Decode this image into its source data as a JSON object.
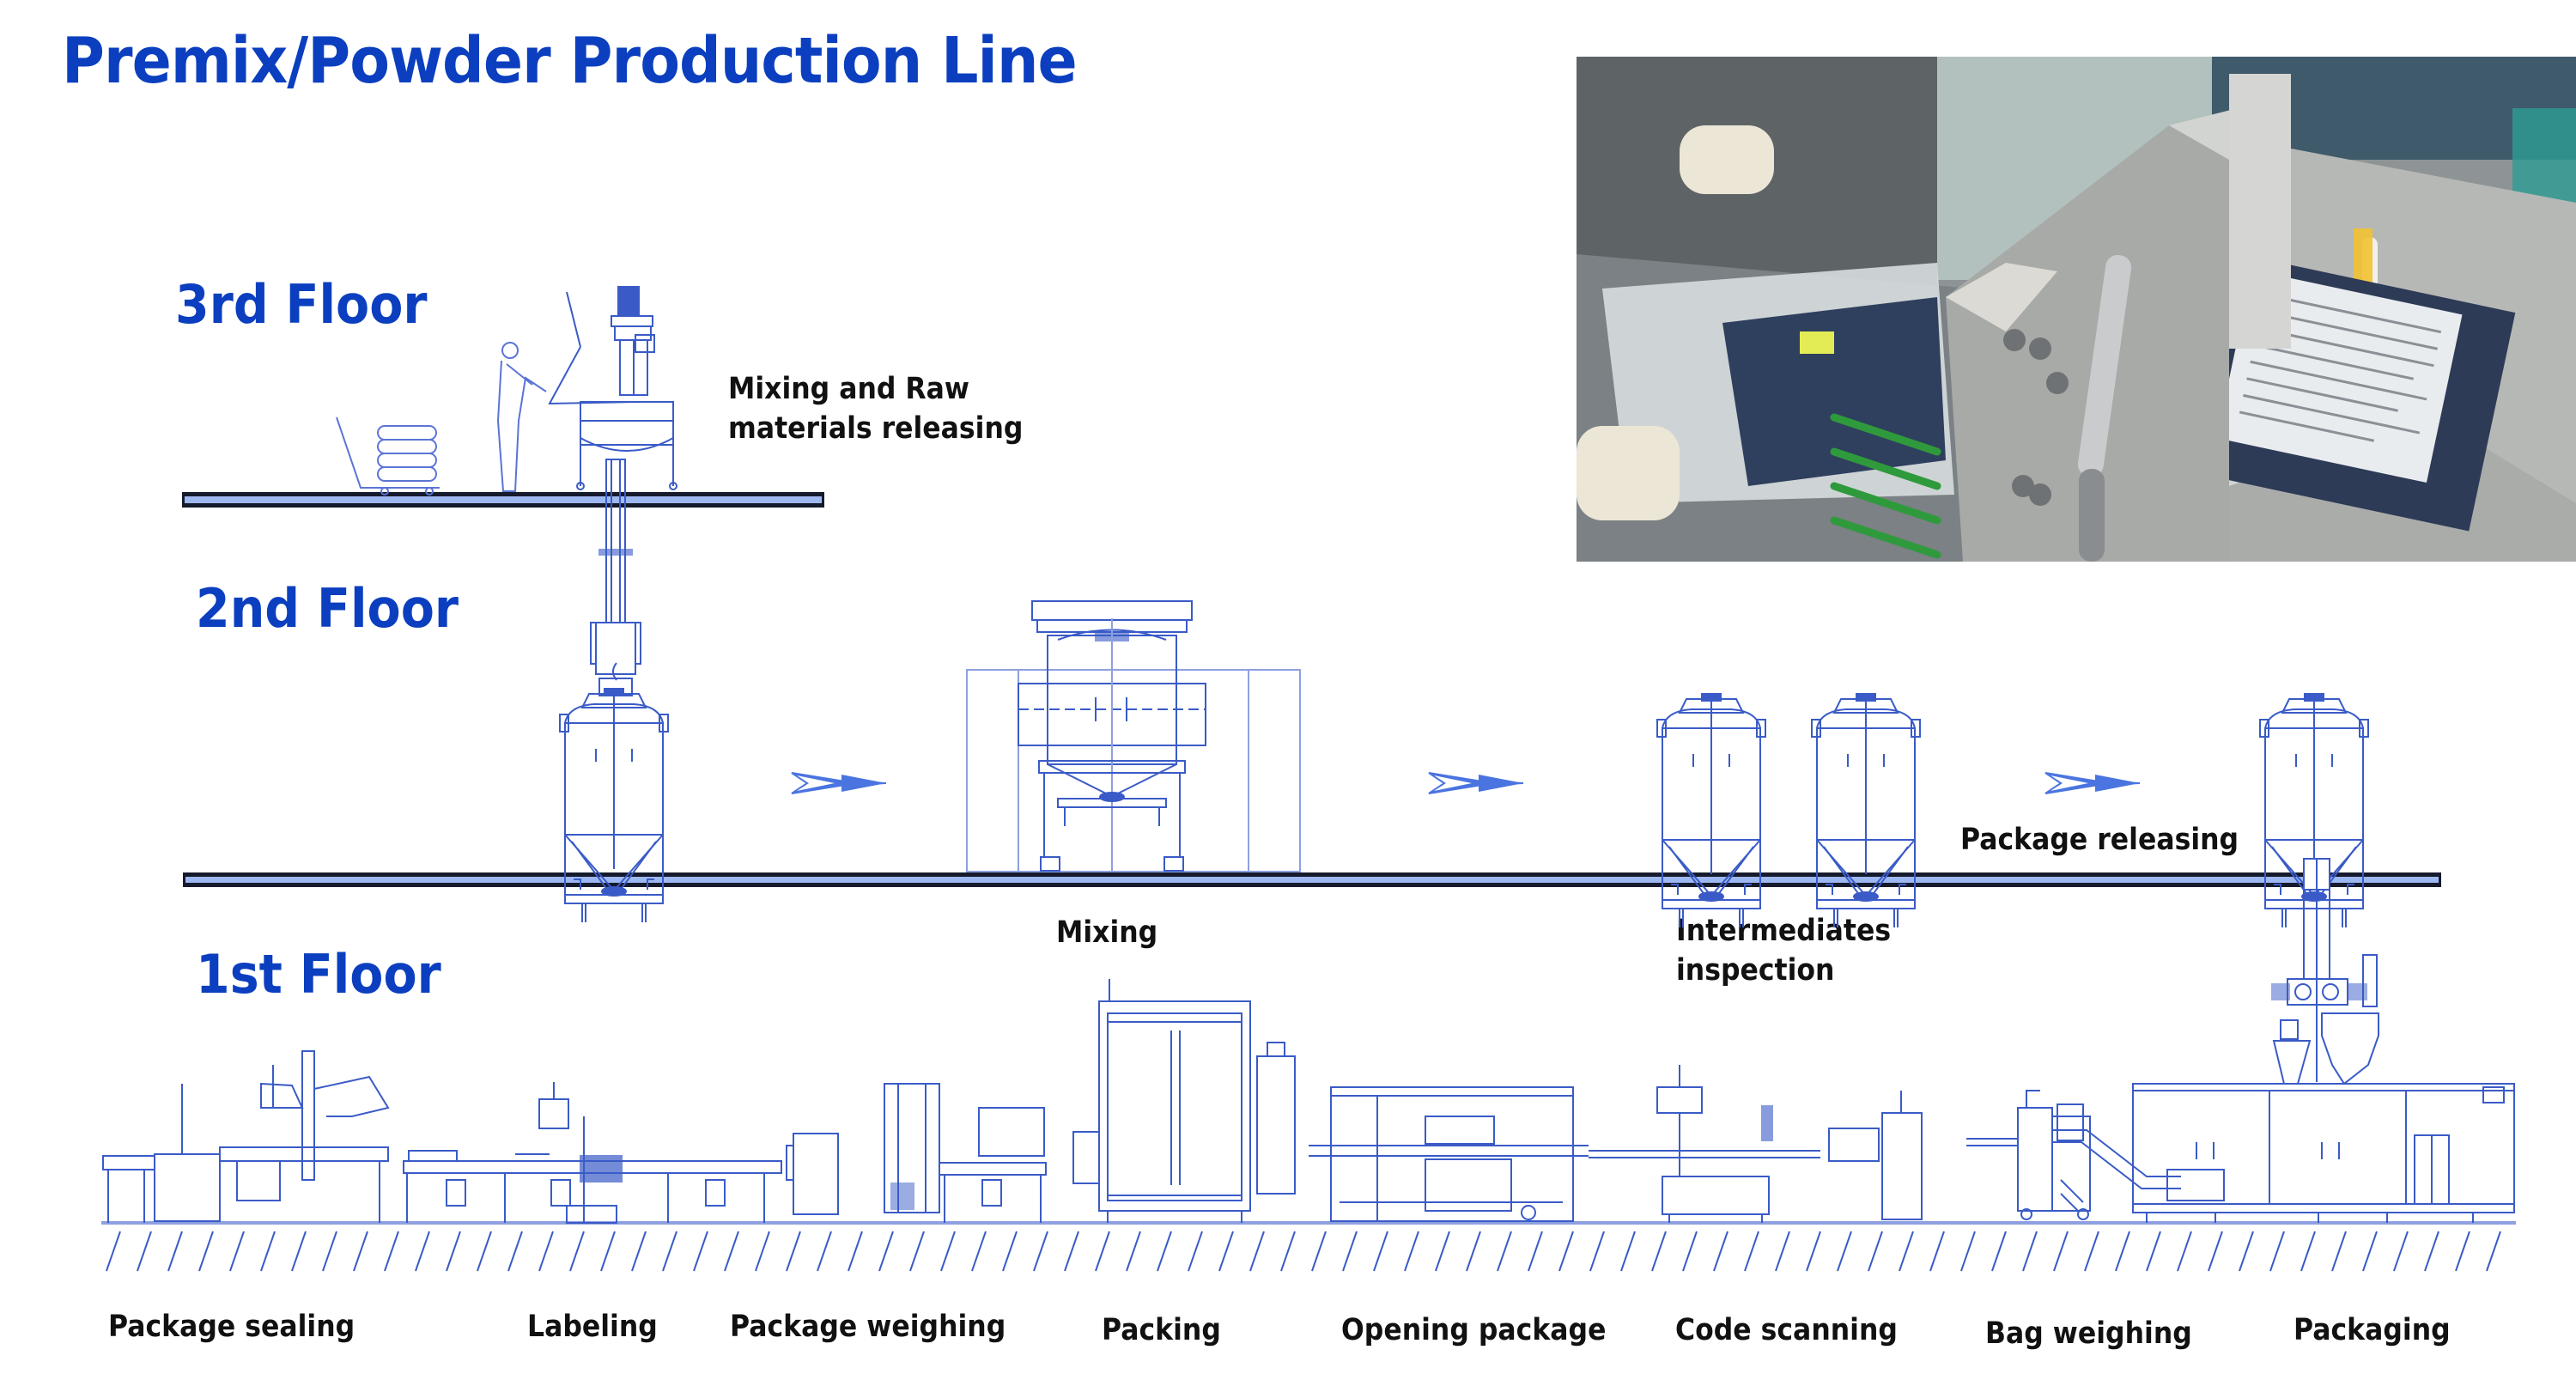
{
  "title": "Premix/Powder Production Line",
  "floors": {
    "third": "3rd Floor",
    "second": "2nd Floor",
    "first": "1st Floor"
  },
  "process_labels": {
    "mixing_raw_line1": "Mixing and Raw",
    "mixing_raw_line2": "materials releasing",
    "package_releasing": "Package releasing",
    "mixing": "Mixing",
    "intermediates_line1": "Intermediates",
    "intermediates_line2": "inspection"
  },
  "stations": [
    {
      "label": "Package sealing"
    },
    {
      "label": "Labeling"
    },
    {
      "label": "Package weighing"
    },
    {
      "label": "Packing"
    },
    {
      "label": "Opening package"
    },
    {
      "label": "Code scanning"
    },
    {
      "label": "Bag weighing"
    },
    {
      "label": "Packaging"
    }
  ],
  "photo": {
    "description": "cartoning-machine-closeup-photo"
  },
  "colors": {
    "title_blue": "#0b3fbf",
    "drawing_blue": "#3a5bc7",
    "line_blue": "#5b74d6",
    "arrow_blue": "#4a74e0",
    "slab_fill": "#9db8f0",
    "slab_edge": "#151a2c"
  }
}
